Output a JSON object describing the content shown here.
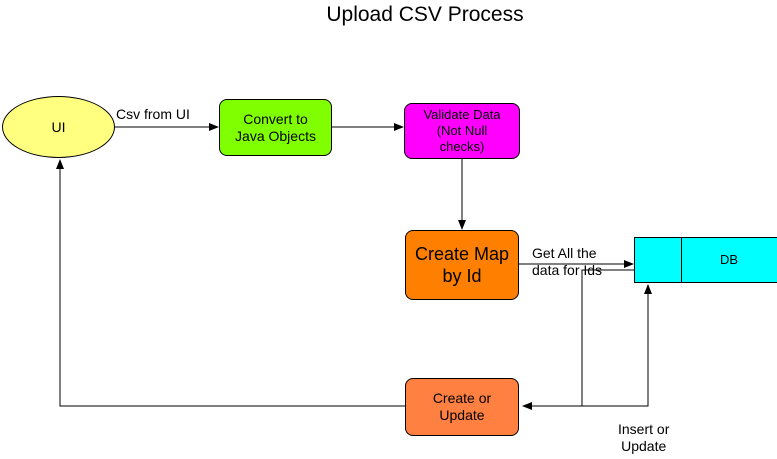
{
  "title": "Upload CSV Process",
  "nodes": {
    "ui": {
      "label": "UI",
      "color": "#ffff80"
    },
    "convert": {
      "label": "Convert to\nJava Objects",
      "color": "#80ff00"
    },
    "validate": {
      "label": "Validate Data\n(Not Null\nchecks)",
      "color": "#ff00ff"
    },
    "create_map": {
      "label": "Create Map\nby Id",
      "color": "#ff8000"
    },
    "create_update": {
      "label": "Create or\nUpdate",
      "color": "#ff8040"
    },
    "db": {
      "label": "DB",
      "color": "#00ffff"
    }
  },
  "edge_labels": {
    "csv_from_ui": "Csv from UI",
    "get_all_data": "Get All the\ndata for Ids",
    "insert_update": "Insert or\nUpdate"
  }
}
